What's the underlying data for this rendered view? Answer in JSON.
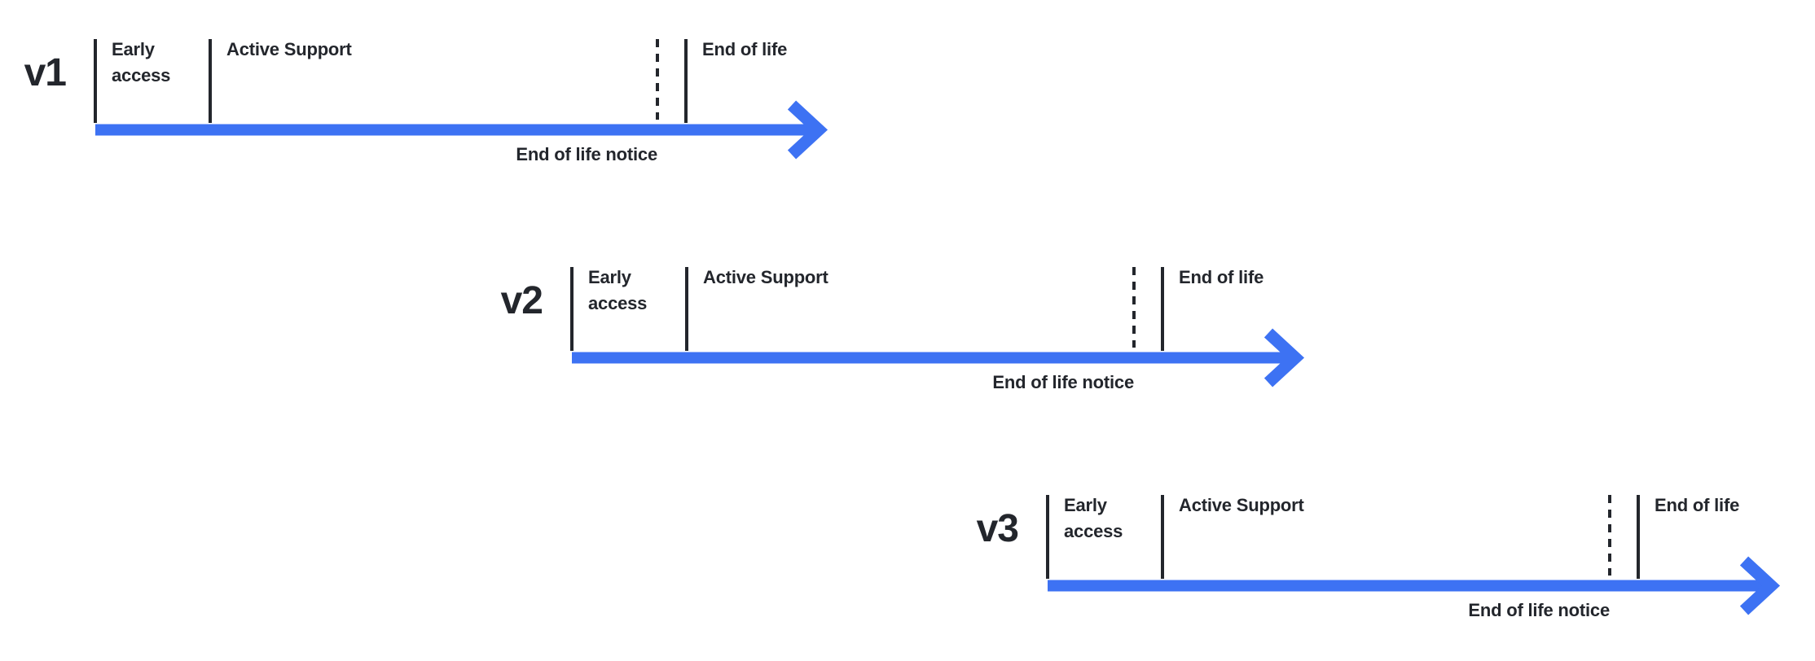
{
  "diagram": {
    "colors": {
      "timeline_blue": "#3D72F3",
      "text_ink": "#23262C",
      "background": "#FFFFFF"
    },
    "rows": [
      {
        "version": "v1",
        "phases": {
          "early_access": "Early access",
          "active_support": "Active Support",
          "end_of_life": "End of life"
        },
        "annotation": "End of life notice"
      },
      {
        "version": "v2",
        "phases": {
          "early_access": "Early access",
          "active_support": "Active Support",
          "end_of_life": "End of life"
        },
        "annotation": "End of life notice"
      },
      {
        "version": "v3",
        "phases": {
          "early_access": "Early access",
          "active_support": "Active Support",
          "end_of_life": "End of life"
        },
        "annotation": "End of life notice"
      }
    ]
  }
}
